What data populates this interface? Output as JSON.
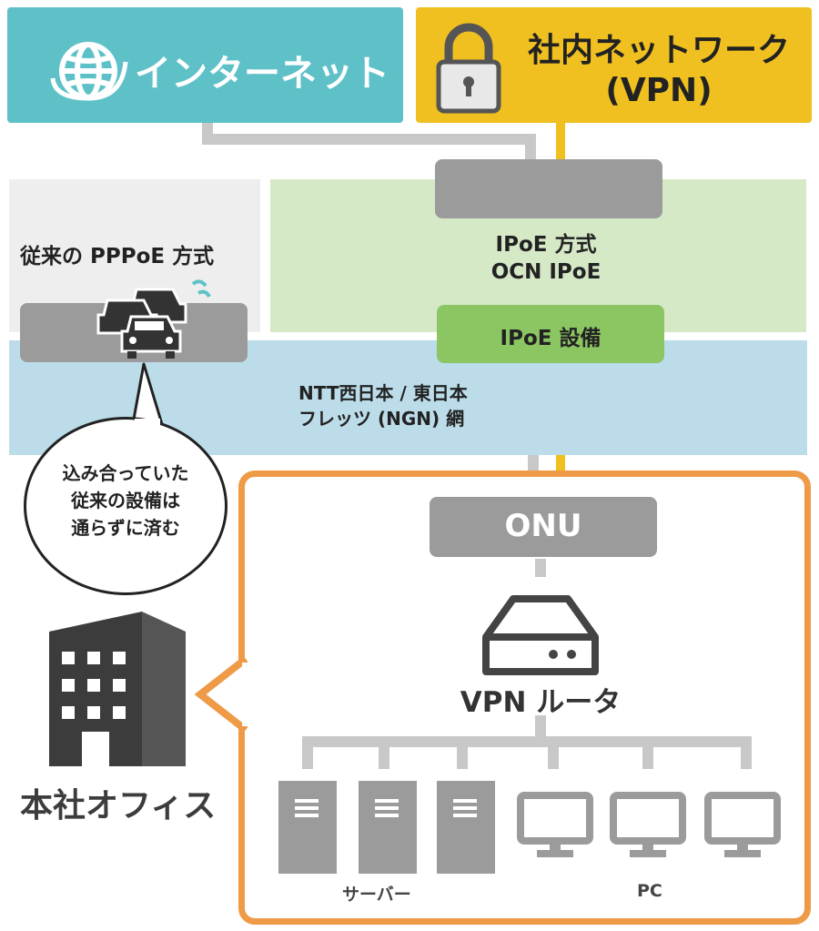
{
  "top": {
    "internet_label": "インターネット",
    "vpn_label_line1": "社内ネットワーク",
    "vpn_label_line2": "(VPN)"
  },
  "pppoe": {
    "label": "従来の PPPoE 方式"
  },
  "ipoe": {
    "label_line1": "IPoE 方式",
    "label_line2": "OCN IPoE",
    "equipment_label": "IPoE 設備"
  },
  "ngn": {
    "label_line1": "NTT西日本 / 東日本",
    "label_line2": "フレッツ (NGN) 網"
  },
  "bubble": {
    "line1": "込み合っていた",
    "line2": "従来の設備は",
    "line3": "通らずに済む"
  },
  "office": {
    "label": "本社オフィス",
    "onu_label": "ONU",
    "router_label": "VPN ルータ",
    "server_label": "サーバー",
    "pc_label": "PC"
  },
  "colors": {
    "internet": "#5fc1c8",
    "vpn": "#f0c020",
    "ipoe_equipment": "#8cc663",
    "office_frame": "#ee9a47",
    "line_gray": "#c8c8c8",
    "line_yellow": "#f0c020"
  },
  "icons": [
    "globe-icon",
    "padlock-icon",
    "cars-icon",
    "building-icon",
    "router-icon",
    "server-icon",
    "monitor-icon"
  ]
}
